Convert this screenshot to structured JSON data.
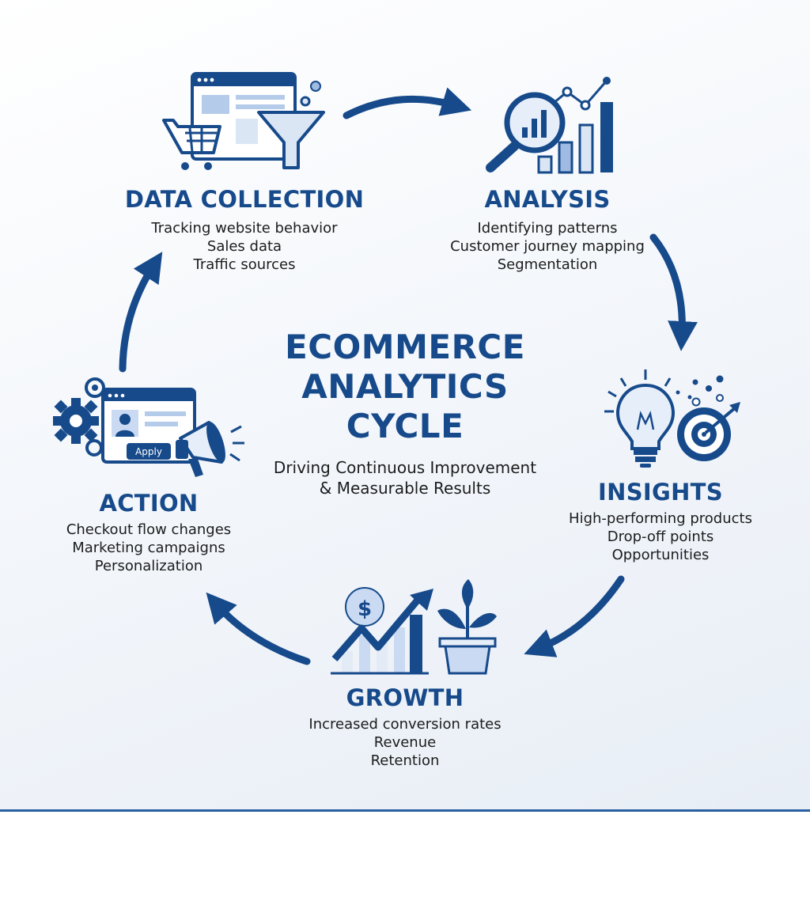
{
  "center": {
    "title_lines": [
      "ECOMMERCE",
      "ANALYTICS",
      "CYCLE"
    ],
    "subtitle_lines": [
      "Driving Continuous Improvement",
      "& Measurable Results"
    ]
  },
  "stages": {
    "data_collection": {
      "title": "DATA COLLECTION",
      "items": [
        "Tracking website behavior",
        "Sales data",
        "Traffic sources"
      ]
    },
    "analysis": {
      "title": "ANALYSIS",
      "items": [
        "Identifying patterns",
        "Customer journey mapping",
        "Segmentation"
      ]
    },
    "insights": {
      "title": "INSIGHTS",
      "items": [
        "High-performing products",
        "Drop-off points",
        "Opportunities"
      ]
    },
    "growth": {
      "title": "GROWTH",
      "items": [
        "Increased conversion rates",
        "Revenue",
        "Retention"
      ]
    },
    "action": {
      "title": "ACTION",
      "items": [
        "Checkout flow changes",
        "Marketing campaigns",
        "Personalization"
      ]
    }
  },
  "icons": {
    "action_button_label": "Apply",
    "growth_currency_symbol": "$"
  },
  "colors": {
    "primary": "#174a8b",
    "accent_light": "#c9daf2",
    "text": "#1c1c1c"
  }
}
